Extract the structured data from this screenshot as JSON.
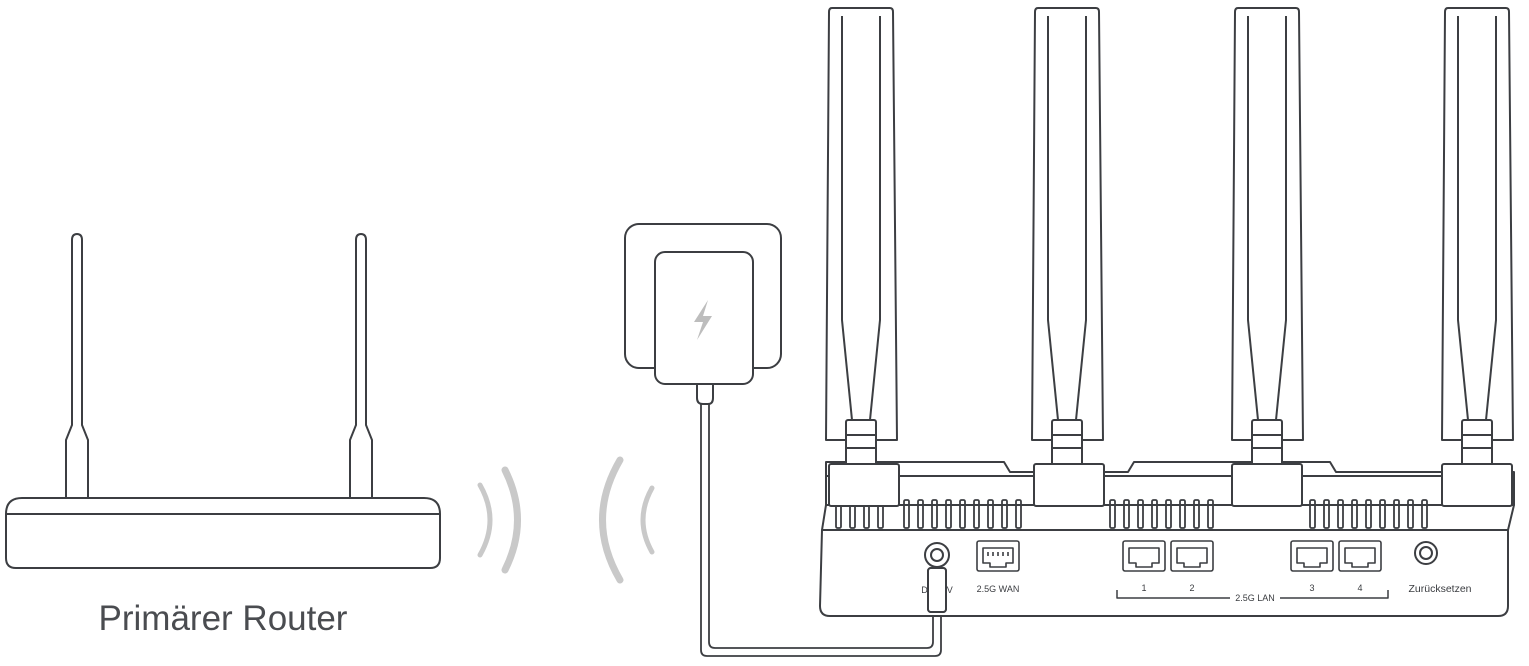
{
  "diagram": {
    "primary_router": {
      "label": "Primärer Router"
    },
    "power_adapter": {
      "icon": "lightning-bolt-icon"
    },
    "wifi_signal": {
      "icon": "wifi-waves-icon",
      "color": "#c9c9c9"
    },
    "new_router": {
      "ports": {
        "power": "DC 12V",
        "wan": "2.5G WAN",
        "lan_1": "1",
        "lan_2": "2",
        "lan_3": "3",
        "lan_4": "4",
        "lan_group": "2.5G LAN",
        "reset": "Zurücksetzen"
      }
    },
    "colors": {
      "stroke": "#3c3e42",
      "signal": "#c9c9c9",
      "bolt": "#bdbdbd"
    }
  }
}
